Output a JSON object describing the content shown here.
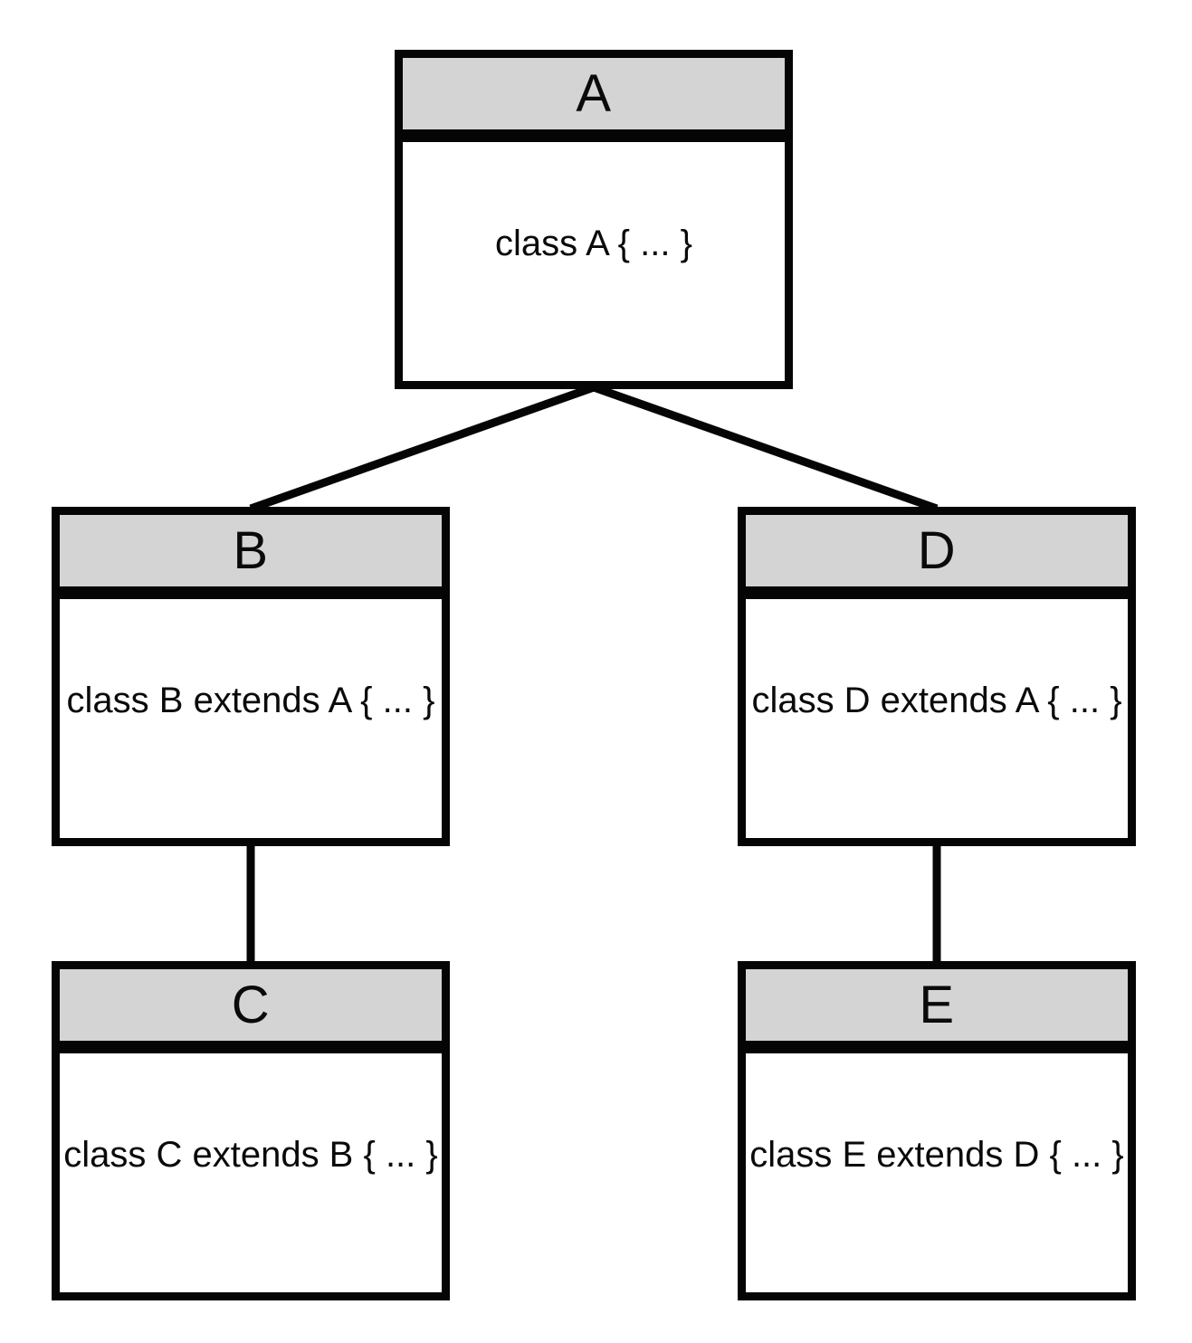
{
  "diagram": {
    "type": "class-inheritance-hierarchy",
    "colors": {
      "background": "#ffffff",
      "header_fill": "#d4d4d4",
      "border": "#050505",
      "text": "#0a0a0a"
    },
    "nodes": [
      {
        "id": "A",
        "title": "A",
        "body": "class A { ... }"
      },
      {
        "id": "B",
        "title": "B",
        "body": "class B extends A { ... }"
      },
      {
        "id": "C",
        "title": "C",
        "body": "class C extends B { ... }"
      },
      {
        "id": "D",
        "title": "D",
        "body": "class D extends A { ... }"
      },
      {
        "id": "E",
        "title": "E",
        "body": "class E extends D { ... }"
      }
    ],
    "edges": [
      {
        "from": "A",
        "to": "B"
      },
      {
        "from": "A",
        "to": "D"
      },
      {
        "from": "B",
        "to": "C"
      },
      {
        "from": "D",
        "to": "E"
      }
    ],
    "edge_stroke_width": 9
  }
}
